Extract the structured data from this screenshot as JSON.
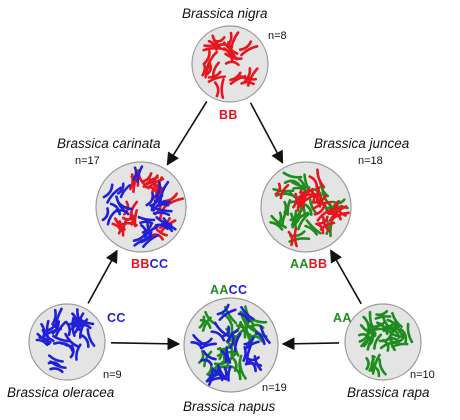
{
  "colors": {
    "B_genome": "#e8141e",
    "C_genome": "#2020d8",
    "A_genome": "#1e8c1e",
    "cell_fill": "#e4e4e4",
    "cell_stroke": "#9a9a9a",
    "arrow": "#111111"
  },
  "species": {
    "nigra": {
      "name": "Brassica nigra",
      "n": "n=8",
      "genome": [
        {
          "text": "BB",
          "genome": "B"
        }
      ]
    },
    "carinata": {
      "name": "Brassica carinata",
      "n": "n=17",
      "genome": [
        {
          "text": "BB",
          "genome": "B"
        },
        {
          "text": "CC",
          "genome": "C"
        }
      ]
    },
    "juncea": {
      "name": "Brassica juncea",
      "n": "n=18",
      "genome": [
        {
          "text": "AA",
          "genome": "A"
        },
        {
          "text": "BB",
          "genome": "B"
        }
      ]
    },
    "oleracea": {
      "name": "Brassica oleracea",
      "n": "n=9",
      "genome": [
        {
          "text": "CC",
          "genome": "C"
        }
      ]
    },
    "napus": {
      "name": "Brassica napus",
      "n": "n=19",
      "genome": [
        {
          "text": "AA",
          "genome": "A"
        },
        {
          "text": "CC",
          "genome": "C"
        }
      ]
    },
    "rapa": {
      "name": "Brassica rapa",
      "n": "n=10",
      "genome": [
        {
          "text": "AA",
          "genome": "A"
        }
      ]
    }
  },
  "cells": [
    {
      "id": "nigra",
      "chromosomes": [
        {
          "genome": "B",
          "count": 8
        }
      ]
    },
    {
      "id": "carinata",
      "chromosomes": [
        {
          "genome": "B",
          "count": 8
        },
        {
          "genome": "C",
          "count": 9
        }
      ]
    },
    {
      "id": "juncea",
      "chromosomes": [
        {
          "genome": "A",
          "count": 10
        },
        {
          "genome": "B",
          "count": 8
        }
      ]
    },
    {
      "id": "oleracea",
      "chromosomes": [
        {
          "genome": "C",
          "count": 9
        }
      ]
    },
    {
      "id": "napus",
      "chromosomes": [
        {
          "genome": "A",
          "count": 10
        },
        {
          "genome": "C",
          "count": 9
        }
      ]
    },
    {
      "id": "rapa",
      "chromosomes": [
        {
          "genome": "A",
          "count": 10
        }
      ]
    }
  ],
  "arrows": [
    {
      "from": "nigra",
      "to": "carinata"
    },
    {
      "from": "nigra",
      "to": "juncea"
    },
    {
      "from": "oleracea",
      "to": "carinata"
    },
    {
      "from": "oleracea",
      "to": "napus"
    },
    {
      "from": "rapa",
      "to": "napus"
    },
    {
      "from": "rapa",
      "to": "juncea"
    }
  ]
}
